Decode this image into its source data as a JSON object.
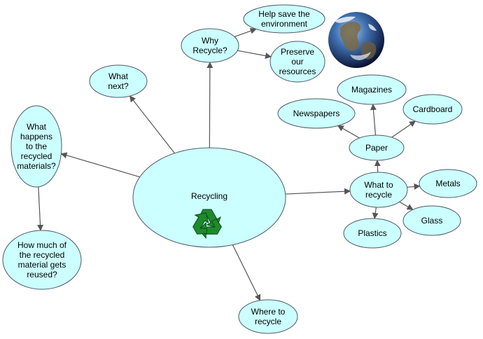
{
  "colors": {
    "node_fill": "#ccffff",
    "node_stroke": "#4d5a66",
    "arrow": "#555555",
    "recycle_symbol": "#1e8a2c"
  },
  "nodes": [
    {
      "id": "recycling",
      "lines": [
        "Recycling"
      ]
    },
    {
      "id": "why",
      "lines": [
        "Why",
        "Recycle?"
      ]
    },
    {
      "id": "help",
      "lines": [
        "Help save the",
        "environment"
      ]
    },
    {
      "id": "preserve",
      "lines": [
        "Preserve",
        "our",
        "resources"
      ]
    },
    {
      "id": "whatnext",
      "lines": [
        "What",
        "next?"
      ]
    },
    {
      "id": "happens",
      "lines": [
        "What",
        "happens",
        "to the",
        "recycled",
        "materials?"
      ]
    },
    {
      "id": "howmuch",
      "lines": [
        "How much of",
        "the recycled",
        "material gets",
        "reused?"
      ]
    },
    {
      "id": "where",
      "lines": [
        "Where to",
        "recycle"
      ]
    },
    {
      "id": "whatto",
      "lines": [
        "What to",
        "recycle"
      ]
    },
    {
      "id": "paper",
      "lines": [
        "Paper"
      ]
    },
    {
      "id": "magazines",
      "lines": [
        "Magazines"
      ]
    },
    {
      "id": "newspapers",
      "lines": [
        "Newspapers"
      ]
    },
    {
      "id": "cardboard",
      "lines": [
        "Cardboard"
      ]
    },
    {
      "id": "metals",
      "lines": [
        "Metals"
      ]
    },
    {
      "id": "glass",
      "lines": [
        "Glass"
      ]
    },
    {
      "id": "plastics",
      "lines": [
        "Plastics"
      ]
    }
  ],
  "edges": [
    {
      "from": "recycling",
      "to": "why"
    },
    {
      "from": "why",
      "to": "help"
    },
    {
      "from": "why",
      "to": "preserve"
    },
    {
      "from": "recycling",
      "to": "whatnext"
    },
    {
      "from": "recycling",
      "to": "happens"
    },
    {
      "from": "happens",
      "to": "howmuch"
    },
    {
      "from": "recycling",
      "to": "where"
    },
    {
      "from": "recycling",
      "to": "whatto"
    },
    {
      "from": "whatto",
      "to": "paper"
    },
    {
      "from": "whatto",
      "to": "metals"
    },
    {
      "from": "whatto",
      "to": "glass"
    },
    {
      "from": "whatto",
      "to": "plastics"
    },
    {
      "from": "paper",
      "to": "magazines"
    },
    {
      "from": "paper",
      "to": "newspapers"
    },
    {
      "from": "paper",
      "to": "cardboard"
    }
  ],
  "images": {
    "globe": "earth-globe-image",
    "recycle": "recycle-symbol-icon"
  }
}
